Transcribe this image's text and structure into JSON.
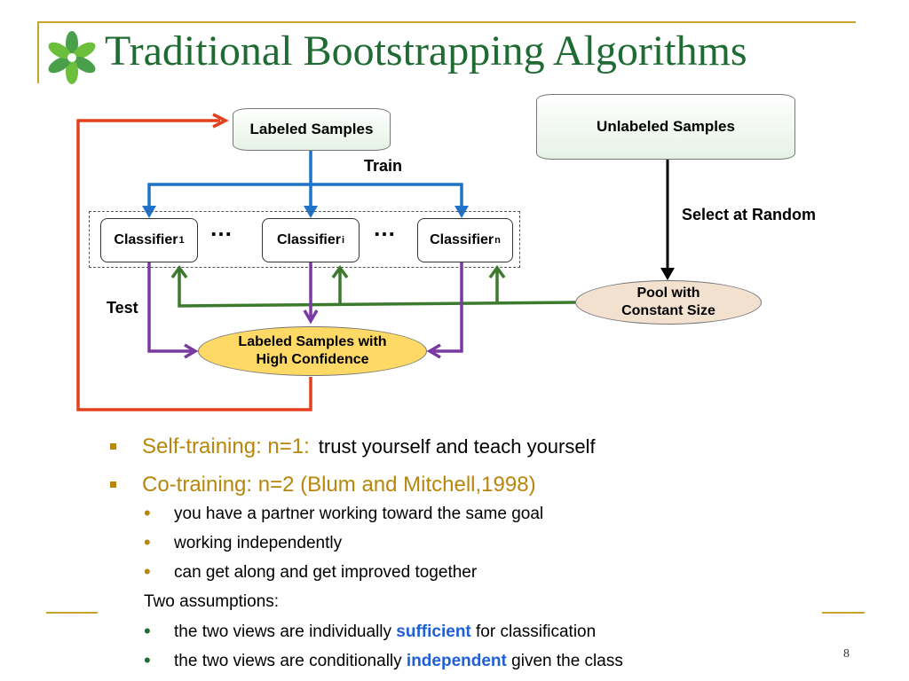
{
  "title": "Traditional Bootstrapping Algorithms",
  "icons": {
    "logo": "flower-logo-icon"
  },
  "colors": {
    "title": "#1f6b33",
    "frame": "#c9a42a",
    "red_loop": "#e2401e",
    "train_blue": "#1f73c9",
    "feed_green": "#3c7a2e",
    "test_purple": "#7a3aa3",
    "highlight_blue": "#1f5fd6"
  },
  "diagram": {
    "labeled_samples": "Labeled Samples",
    "unlabeled_samples": "Unlabeled Samples",
    "train": "Train",
    "select_at_random": "Select at Random",
    "test": "Test",
    "classifier": "Classifier",
    "sub1": "1",
    "subi": "i",
    "subn": "n",
    "ellipsis": "…",
    "pool_line1": "Pool with",
    "pool_line2": "Constant Size",
    "high_line1": "Labeled Samples with",
    "high_line2": "High Confidence"
  },
  "bullets": {
    "self_training": "Self-training: n=1:",
    "self_training_rest": "trust yourself and teach yourself",
    "co_training": "Co-training: n=2 (Blum and Mitchell,1998)",
    "sub1": "you have a partner working toward the same goal",
    "sub2": "working independently",
    "sub3": "can get along and get improved together",
    "two_assumptions": "Two assumptions:",
    "a1_pre": "the two views are individually",
    "a1_key": "sufficient",
    "a1_post": "for classification",
    "a2_pre": "the two views are conditionally",
    "a2_key": "independent",
    "a2_post": "given the class"
  },
  "page_number": "8"
}
